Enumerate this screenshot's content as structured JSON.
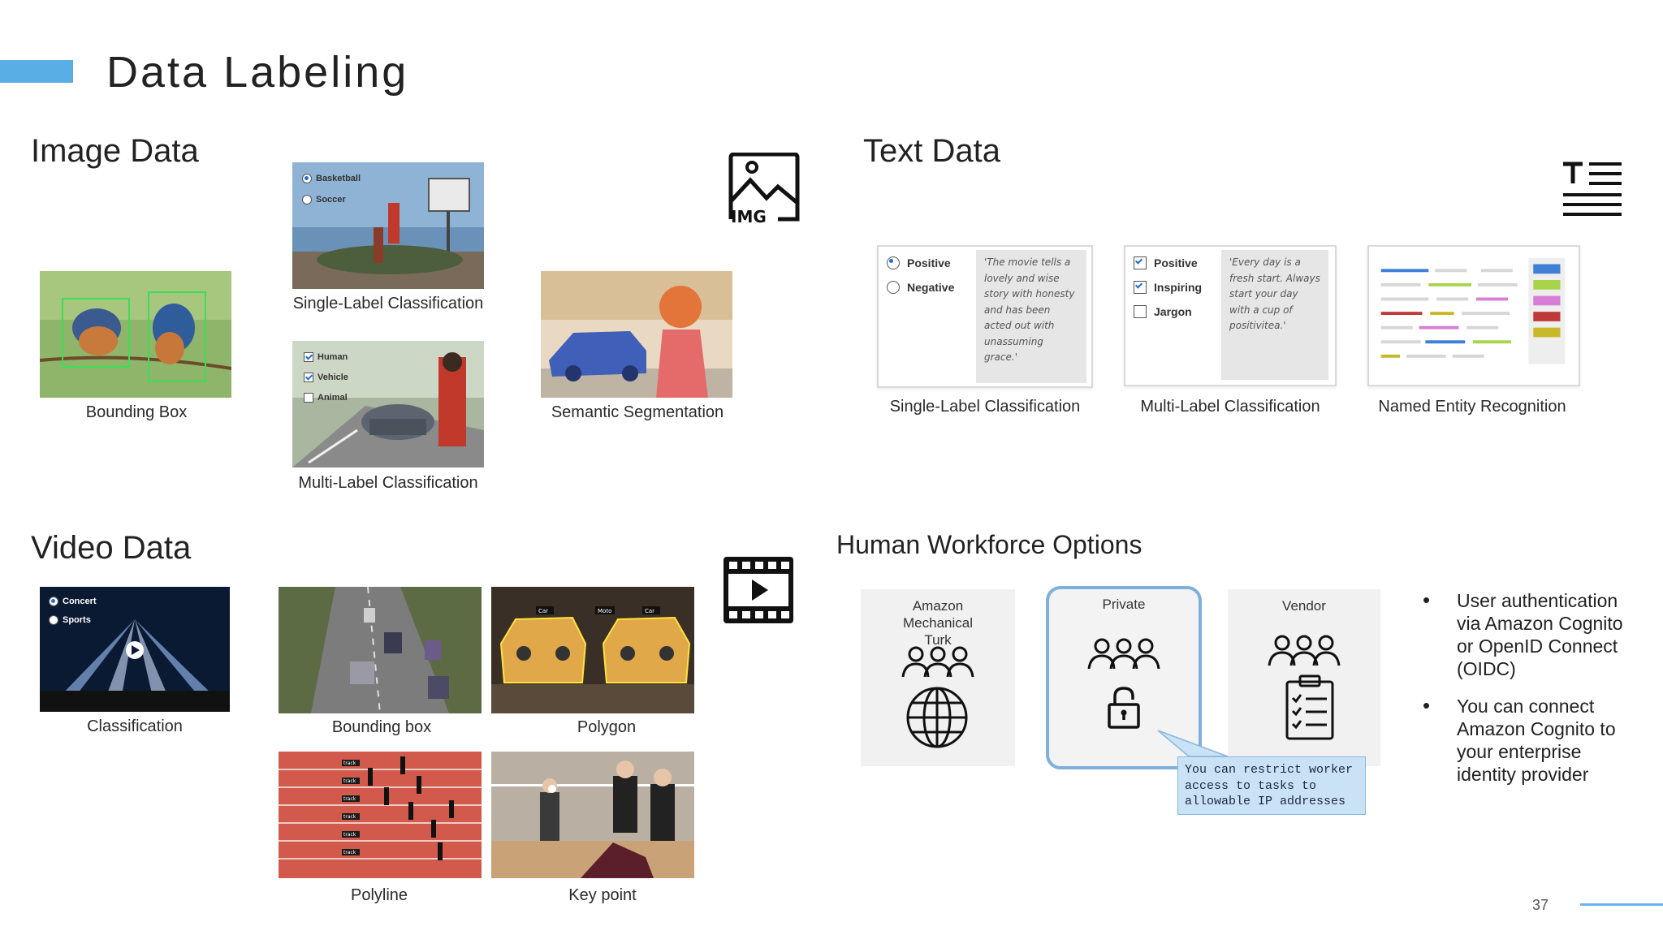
{
  "slide": {
    "title": "Data Labeling",
    "page_number": "37",
    "accent_color": "#5aaee6"
  },
  "image_data": {
    "title": "Image Data",
    "icon": "image-img-icon",
    "icon_text": "IMG",
    "captions": {
      "bounding_box": "Bounding Box",
      "single_label": "Single-Label Classification",
      "multi_label": "Multi-Label Classification",
      "semantic_segmentation": "Semantic Segmentation"
    },
    "single_label_options": [
      "Basketball",
      "Soccer"
    ],
    "multi_label_options": [
      "Human",
      "Vehicle",
      "Animal"
    ]
  },
  "text_data": {
    "title": "Text Data",
    "icon": "text-paragraph-icon",
    "single_label": {
      "caption": "Single-Label Classification",
      "options": [
        "Positive",
        "Negative"
      ],
      "quote": "'The movie tells a lovely and wise story with honesty and has been acted out with unassuming grace.'"
    },
    "multi_label": {
      "caption": "Multi-Label Classification",
      "options": [
        "Positive",
        "Inspiring",
        "Jargon"
      ],
      "quote": "'Every day is a fresh start. Always start your day with a cup of positivitea.'"
    },
    "ner": {
      "caption": "Named Entity Recognition",
      "tag_colors": [
        "#3f7fd6",
        "#a8d44a",
        "#d77fd6",
        "#c0393b",
        "#c9b92a"
      ]
    }
  },
  "video_data": {
    "title": "Video Data",
    "icon": "film-play-icon",
    "classification_options": [
      "Concert",
      "Sports"
    ],
    "captions": {
      "classification": "Classification",
      "bounding_box": "Bounding box",
      "polygon": "Polygon",
      "polyline": "Polyline",
      "key_point": "Key point"
    },
    "polygon_tags": [
      "Car",
      "Moto",
      "Car"
    ],
    "polyline_tag": "track"
  },
  "workforce": {
    "title": "Human Workforce Options",
    "options": [
      {
        "label": "Amazon Mechanical Turk",
        "icon": "globe-icon"
      },
      {
        "label": "Private",
        "icon": "padlock-icon"
      },
      {
        "label": "Vendor",
        "icon": "clipboard-checklist-icon"
      }
    ],
    "tooltip": "You can restrict worker access to tasks to allowable IP addresses",
    "bullets": [
      "User authentication via Amazon Cognito or OpenID Connect (OIDC)",
      "You can connect Amazon Cognito to your enterprise identity provider"
    ]
  }
}
